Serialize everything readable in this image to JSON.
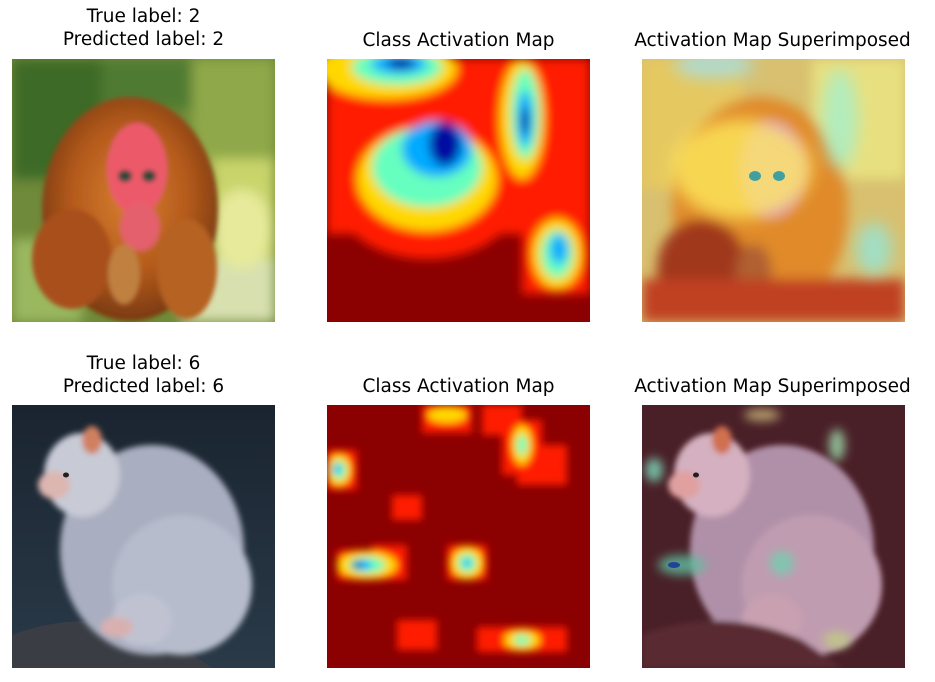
{
  "rows": [
    {
      "true_label": "True label: 2",
      "predicted_label": "Predicted label: 2",
      "cam_title": "Class Activation Map",
      "overlay_title": "Activation Map Superimposed",
      "photo_subject": "uakari-monkey-red-face"
    },
    {
      "true_label": "True label: 6",
      "predicted_label": "Predicted label: 6",
      "cam_title": "Class Activation Map",
      "overlay_title": "Activation Map Superimposed",
      "photo_subject": "white-marmoset"
    }
  ],
  "colors": {
    "cam_base": "#8b0000",
    "cam_hot": "#ff1a00",
    "cam_warm": "#ffd800",
    "cam_mid": "#66ffbf",
    "cam_cool": "#00aaff",
    "cam_cold": "#0010a0"
  }
}
